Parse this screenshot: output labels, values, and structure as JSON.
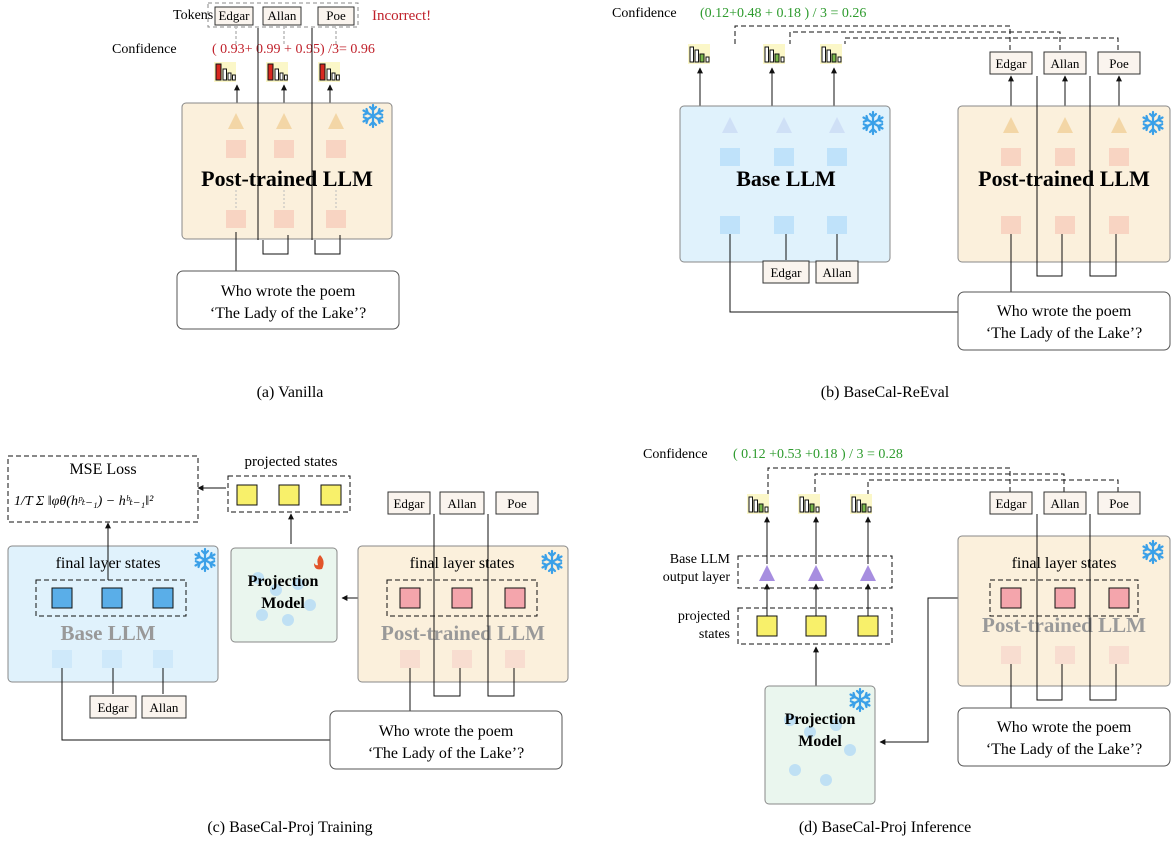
{
  "colors": {
    "frozen_icon": "#3aa0e8",
    "fire_icon": "#e2542a",
    "base_llm_fill": "#e0f2fc",
    "posttrained_fill": "#fbf0dc",
    "wrong_red": "#c0212b",
    "conf_green": "#2e9b2e",
    "proj_model_fill": "#eaf6ee"
  },
  "panel_a": {
    "tokens_label": "Tokens",
    "tokens": [
      "Edgar",
      "Allan",
      "Poe"
    ],
    "verdict": "Incorrect!",
    "confidence_label": "Confidence",
    "confidence_expr": "( 0.93+  0.99 +  0.95) /3= 0.96",
    "llm_label": "Post-trained LLM",
    "question_line1": "Who wrote the poem",
    "question_line2": "‘The Lady of the Lake’?",
    "caption": "(a) Vanilla"
  },
  "panel_b": {
    "confidence_label": "Confidence",
    "confidence_expr": "(0.12+0.48 + 0.18 ) / 3 = 0.26",
    "tokens": [
      "Edgar",
      "Allan",
      "Poe"
    ],
    "base_llm_label": "Base LLM",
    "post_llm_label": "Post-trained LLM",
    "base_inputs": [
      "Edgar",
      "Allan"
    ],
    "question_line1": "Who wrote the poem",
    "question_line2": "‘The Lady of the Lake’?",
    "caption": "(b) BaseCal-ReEval"
  },
  "panel_c": {
    "mse_title": "MSE Loss",
    "projected_states_label": "projected states",
    "final_layer_states_label": "final layer states",
    "base_llm_label": "Base LLM",
    "projection_model_line1": "Projection",
    "projection_model_line2": "Model",
    "post_llm_label": "Post-trained LLM",
    "tokens": [
      "Edgar",
      "Allan",
      "Poe"
    ],
    "base_inputs": [
      "Edgar",
      "Allan"
    ],
    "question_line1": "Who wrote the poem",
    "question_line2": "‘The Lady of the Lake’?",
    "caption": "(c) BaseCal-Proj Training"
  },
  "panel_d": {
    "confidence_label": "Confidence",
    "confidence_expr": "( 0.12 +0.53  +0.18 ) / 3 = 0.28",
    "base_output_layer_line1": "Base LLM",
    "base_output_layer_line2": "output layer",
    "projected_line1": "projected",
    "projected_line2": "states",
    "tokens": [
      "Edgar",
      "Allan",
      "Poe"
    ],
    "final_layer_states_label": "final layer states",
    "post_llm_label": "Post-trained LLM",
    "projection_model_line1": "Projection",
    "projection_model_line2": "Model",
    "question_line1": "Who wrote the poem",
    "question_line2": "‘The Lady of the Lake’?",
    "caption": "(d) BaseCal-Proj Inference"
  }
}
